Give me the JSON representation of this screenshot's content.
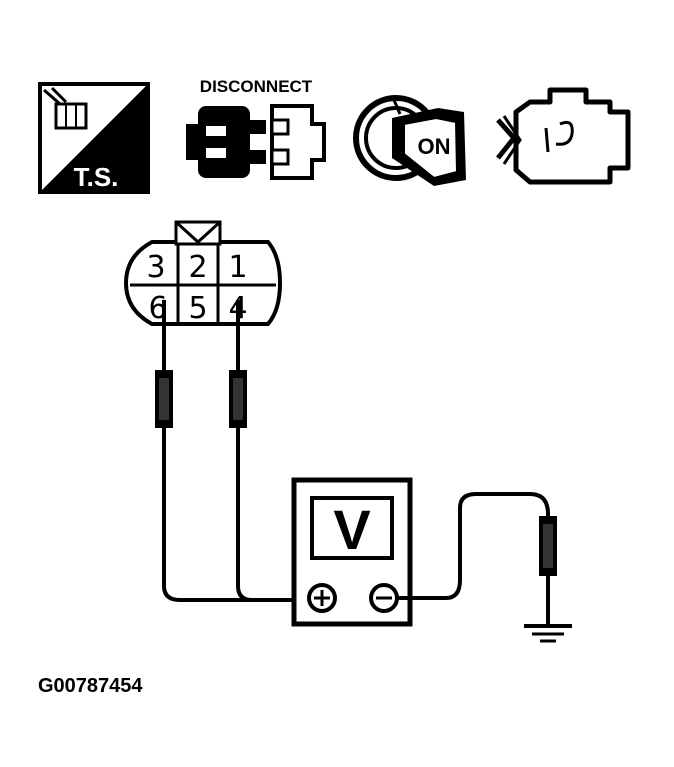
{
  "icons": {
    "ts_label": "T.S.",
    "disconnect_label": "DISCONNECT",
    "ignition_label": "ON"
  },
  "connector": {
    "top_row": [
      "3",
      "2",
      "1"
    ],
    "bottom_row": [
      "6",
      "5",
      "4"
    ]
  },
  "meter": {
    "label": "V",
    "plus_symbol": "+",
    "minus_symbol": "−"
  },
  "figure_id": "G00787454"
}
